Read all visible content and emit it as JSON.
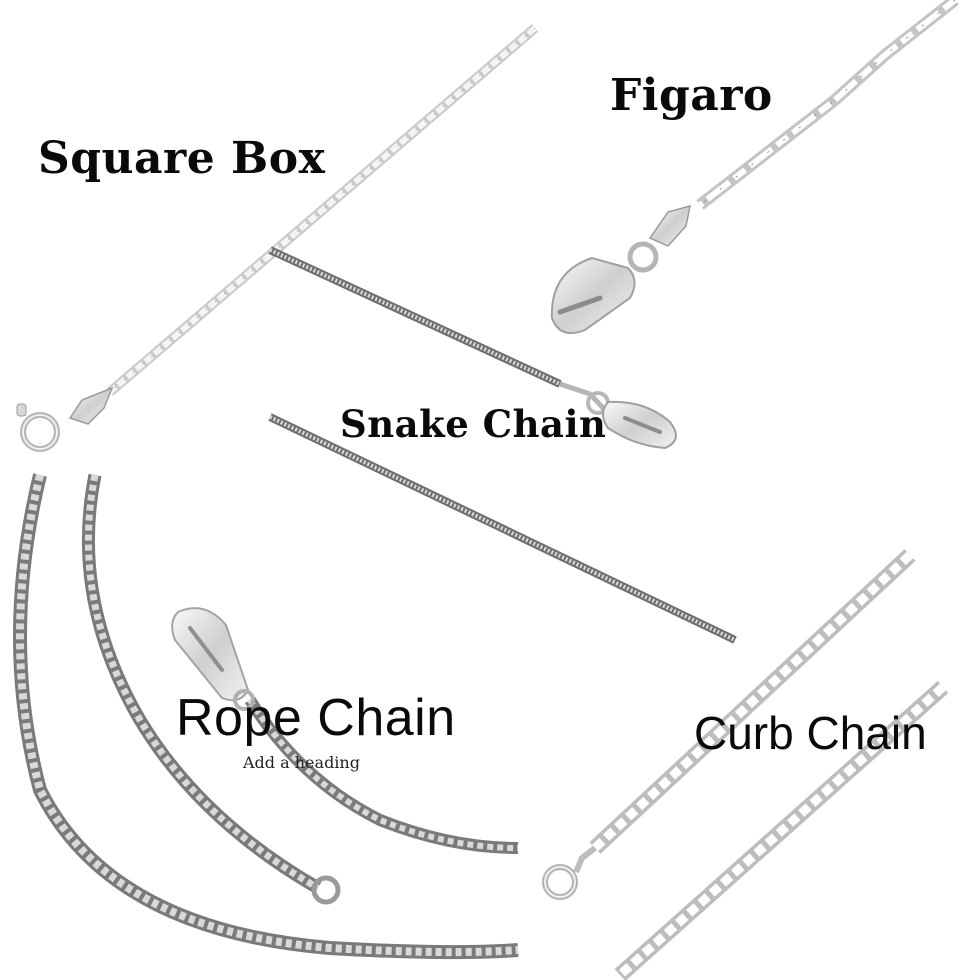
{
  "labels": {
    "square_box": "Square Box",
    "figaro": "Figaro",
    "snake_chain": "Snake Chain",
    "rope_chain": "Rope Chain",
    "rope_chain_subheading": "Add a heading",
    "curb_chain": "Curb Chain"
  },
  "colors": {
    "background": "#ffffff",
    "text": "#0a0a0a",
    "silver_light": "#e2e2e2",
    "silver_mid": "#b9b9b9",
    "silver_dark": "#6f6f6f"
  }
}
